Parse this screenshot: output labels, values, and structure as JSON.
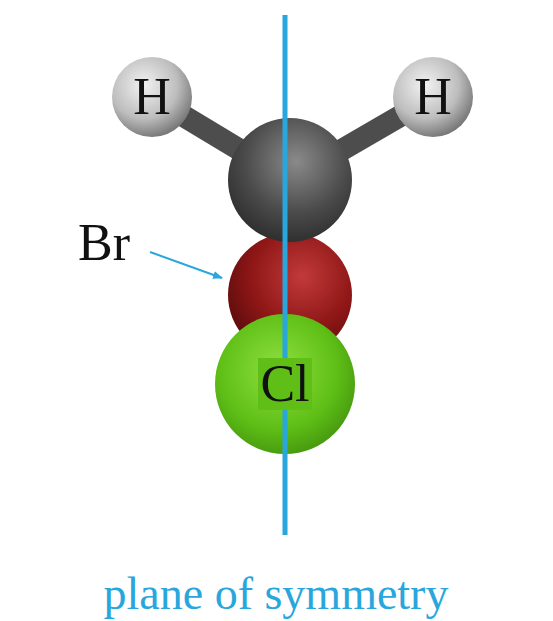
{
  "diagram": {
    "nodes": [
      {
        "text": [
          "H"
        ]
      },
      {
        "text": [
          "H"
        ]
      },
      {
        "text": [
          "Cl"
        ]
      }
    ],
    "labels": [
      "Br",
      "plane of symmetry"
    ]
  }
}
